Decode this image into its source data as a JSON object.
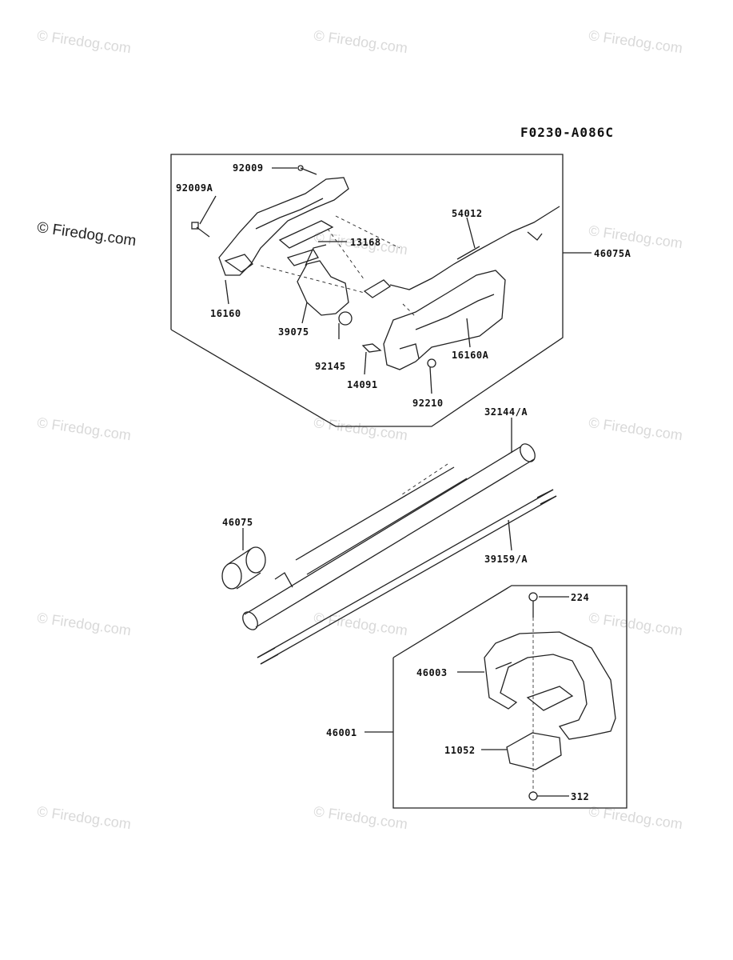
{
  "diagram_code": "F0230-A086C",
  "watermark": {
    "text": "© Firedog.com",
    "symbol": "©",
    "brand": "Firedog.com"
  },
  "parts": {
    "p92009": "92009",
    "p92009A": "92009A",
    "p54012": "54012",
    "p13168": "13168",
    "p46075A": "46075A",
    "p16160": "16160",
    "p39075": "39075",
    "p92145": "92145",
    "p16160A": "16160A",
    "p14091": "14091",
    "p92210": "92210",
    "p32144A": "32144/A",
    "p46075": "46075",
    "p39159A": "39159/A",
    "p224": "224",
    "p46003": "46003",
    "p46001": "46001",
    "p11052": "11052",
    "p312": "312"
  }
}
